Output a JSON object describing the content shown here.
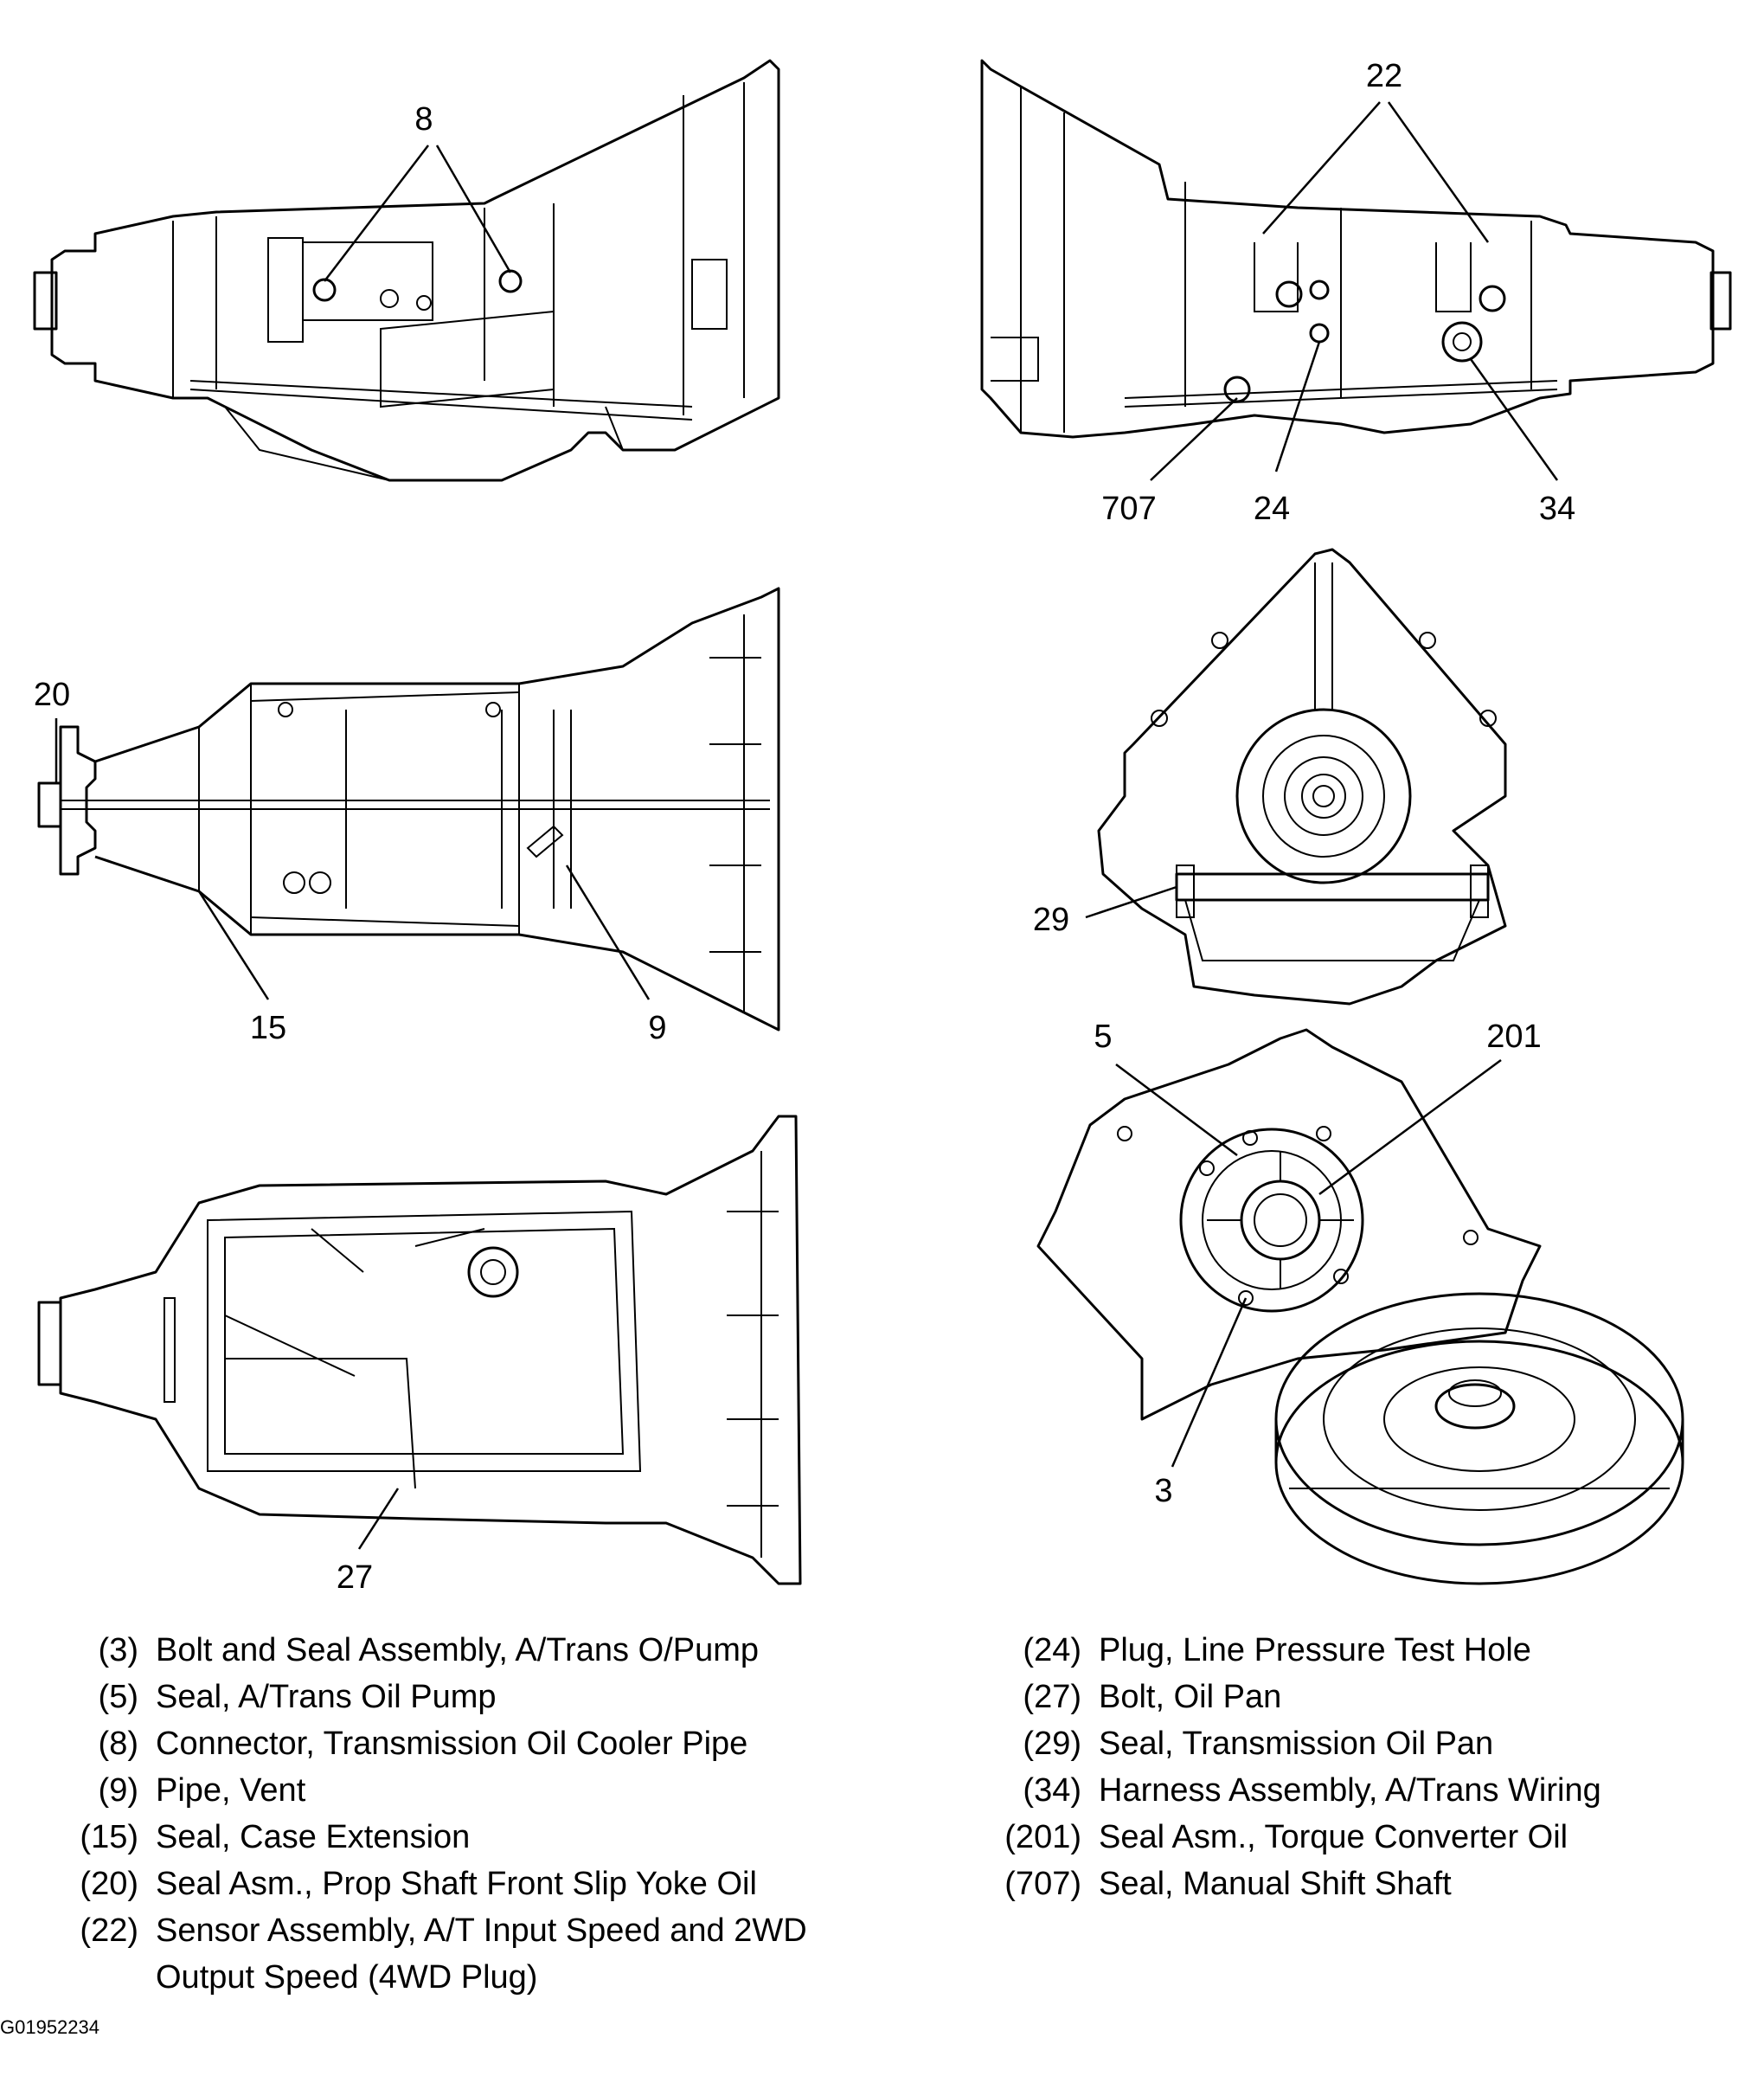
{
  "callouts": {
    "c8": "8",
    "c22": "22",
    "c707": "707",
    "c24": "24",
    "c34": "34",
    "c20": "20",
    "c15": "15",
    "c9": "9",
    "c29": "29",
    "c5": "5",
    "c201": "201",
    "c3": "3",
    "c27": "27"
  },
  "legend": {
    "left": [
      {
        "num": "(3)",
        "desc": "Bolt and Seal Assembly, A/Trans O/Pump"
      },
      {
        "num": "(5)",
        "desc": "Seal, A/Trans Oil Pump"
      },
      {
        "num": "(8)",
        "desc": "Connector, Transmission Oil Cooler Pipe"
      },
      {
        "num": "(9)",
        "desc": "Pipe, Vent"
      },
      {
        "num": "(15)",
        "desc": "Seal, Case Extension"
      },
      {
        "num": "(20)",
        "desc": "Seal Asm., Prop Shaft Front Slip Yoke Oil"
      },
      {
        "num": "(22)",
        "desc": "Sensor Assembly, A/T Input Speed and 2WD Output Speed (4WD Plug)"
      }
    ],
    "right": [
      {
        "num": "(24)",
        "desc": "Plug, Line Pressure Test Hole"
      },
      {
        "num": "(27)",
        "desc": "Bolt, Oil Pan"
      },
      {
        "num": "(29)",
        "desc": "Seal, Transmission Oil Pan"
      },
      {
        "num": "(34)",
        "desc": "Harness Assembly, A/Trans Wiring"
      },
      {
        "num": "(201)",
        "desc": "Seal Asm., Torque Converter Oil"
      },
      {
        "num": "(707)",
        "desc": "Seal, Manual Shift Shaft"
      }
    ]
  },
  "figure_code": "G01952234"
}
